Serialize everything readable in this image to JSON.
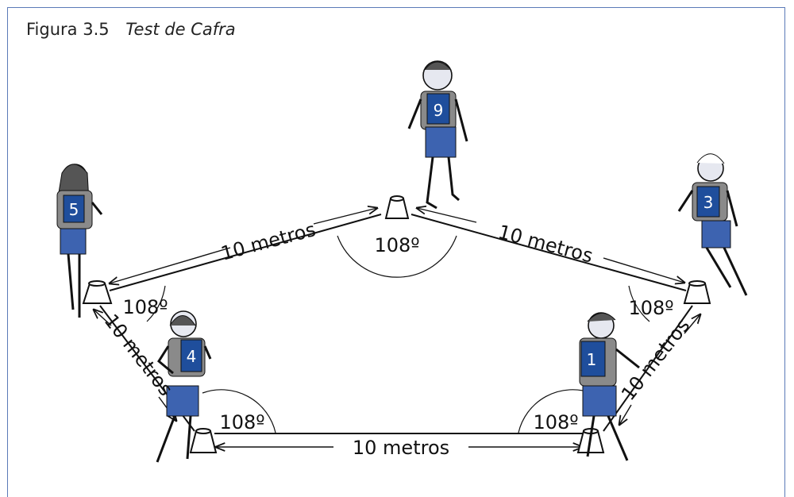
{
  "figure": {
    "number": "Figura 3.5",
    "title": "Test de Cafra"
  },
  "distance_label": "10 metros",
  "angle_label": "108º",
  "players": [
    {
      "bib": "9",
      "gender": "boy"
    },
    {
      "bib": "3",
      "gender": "girl"
    },
    {
      "bib": "5",
      "gender": "girl"
    },
    {
      "bib": "4",
      "gender": "girl"
    },
    {
      "bib": "1",
      "gender": "boy"
    }
  ],
  "colors": {
    "frame": "#5b7ab8",
    "bib": "#1f4e9c",
    "shorts": "#3d63b0",
    "shirt": "#8a8a8a",
    "skin": "#e6e8f0",
    "line": "#111111"
  }
}
